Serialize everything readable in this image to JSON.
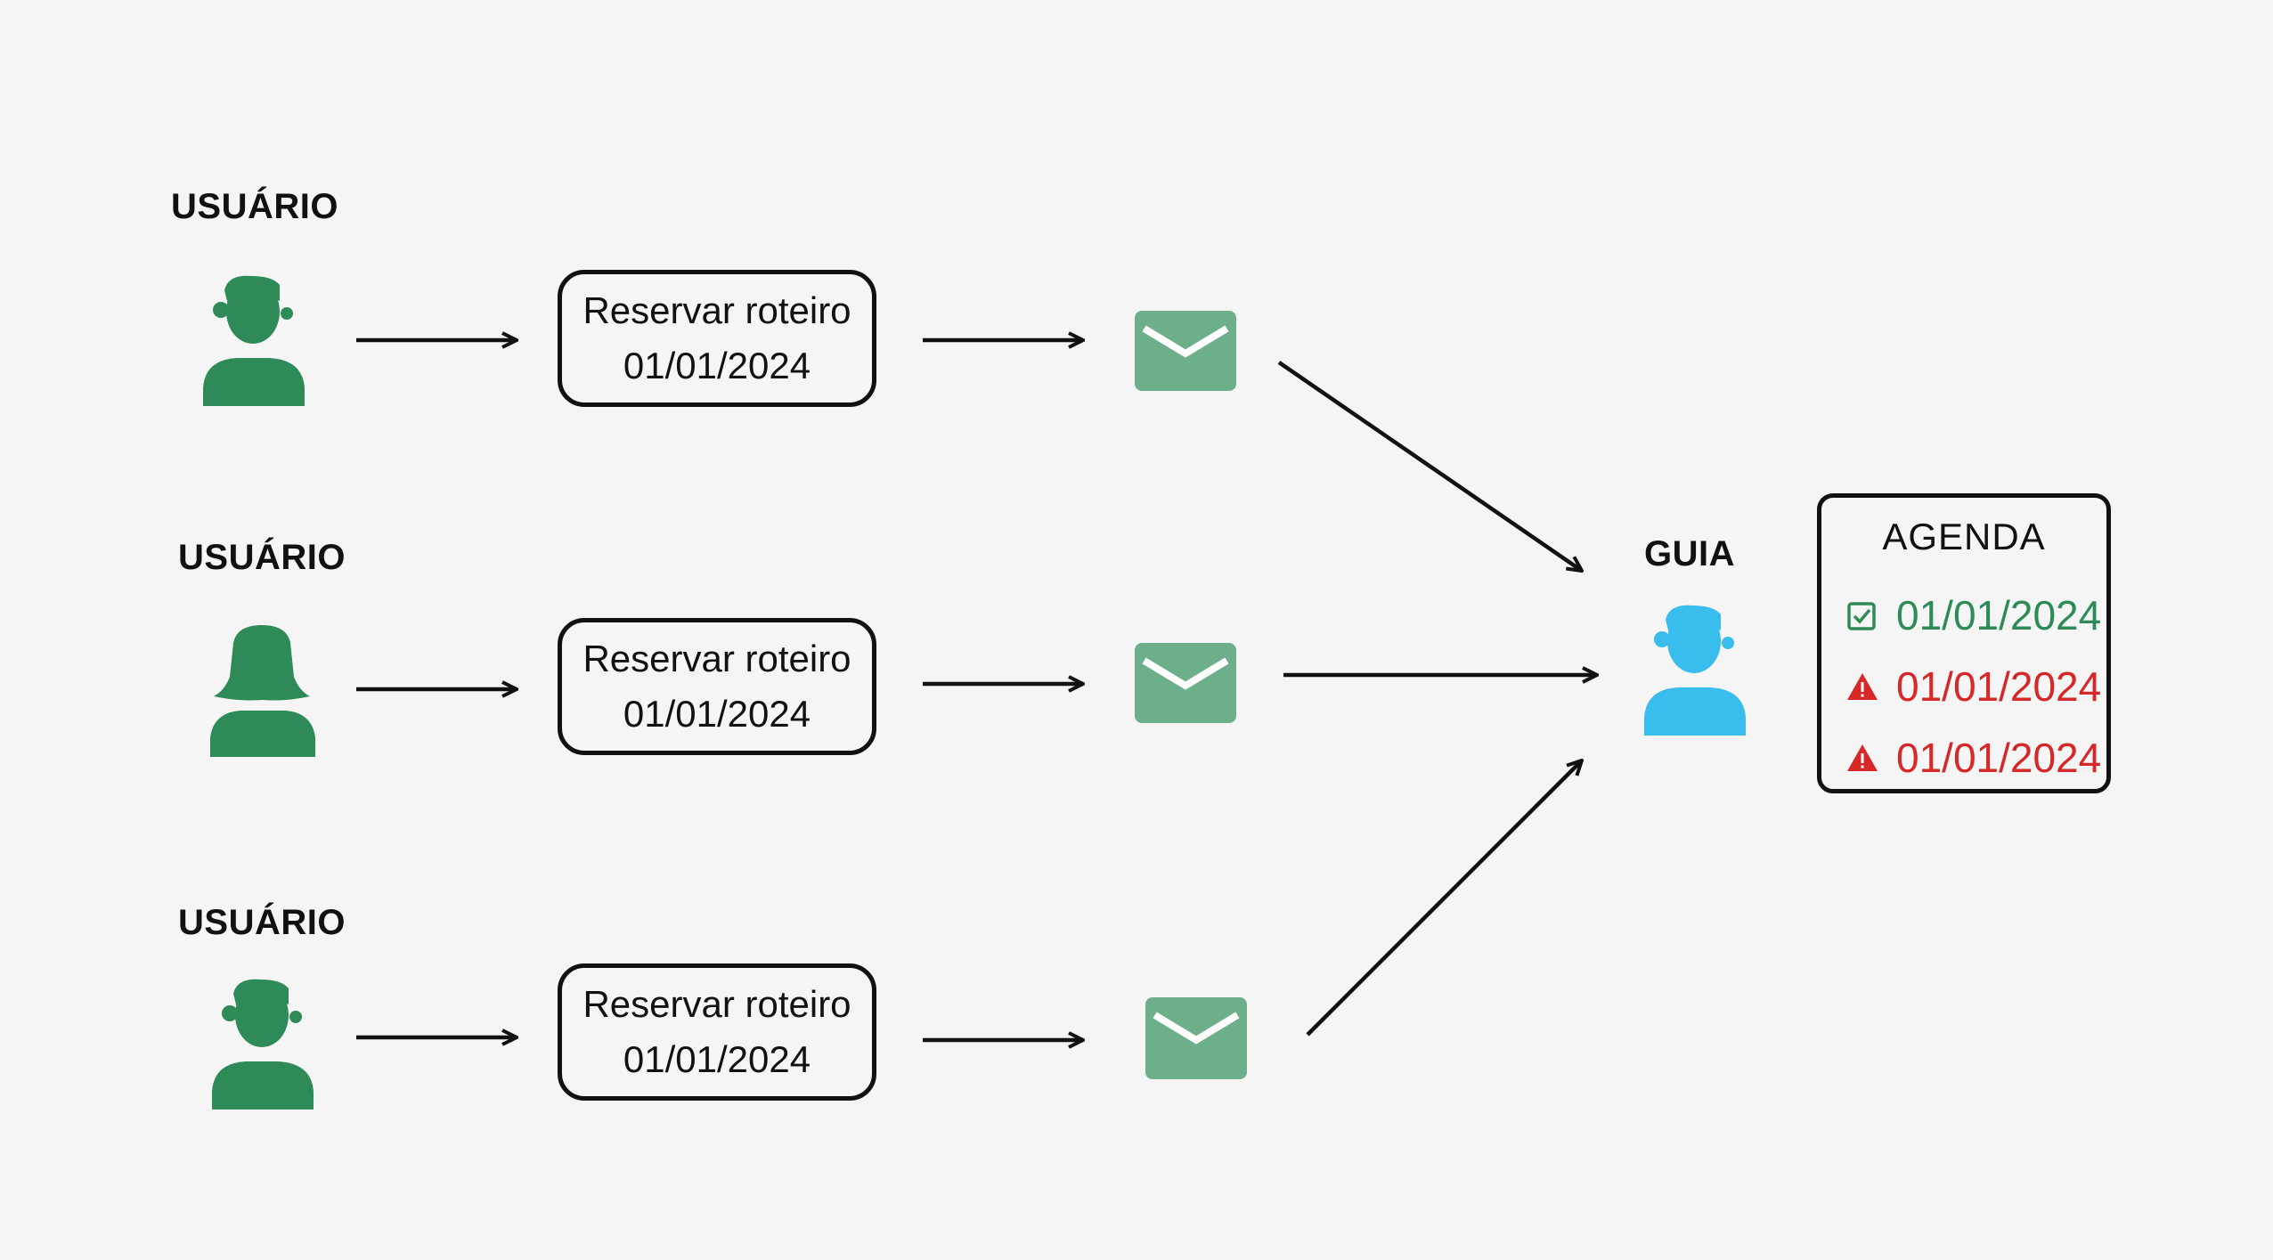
{
  "colors": {
    "user_green": "#2e8b57",
    "mail_green": "#6daf8a",
    "guide_blue": "#38bdec",
    "ok_green": "#2e8b57",
    "alert_red": "#d62828",
    "stroke": "#111111",
    "background": "#f5f5f5"
  },
  "users": [
    {
      "label": "USUÁRIO",
      "icon": "male-user-icon",
      "box": {
        "line1": "Reservar roteiro",
        "line2": "01/01/2024"
      },
      "mail_icon": "envelope-icon"
    },
    {
      "label": "USUÁRIO",
      "icon": "female-user-icon",
      "box": {
        "line1": "Reservar roteiro",
        "line2": "01/01/2024"
      },
      "mail_icon": "envelope-icon"
    },
    {
      "label": "USUÁRIO",
      "icon": "male-user-icon",
      "box": {
        "line1": "Reservar roteiro",
        "line2": "01/01/2024"
      },
      "mail_icon": "envelope-icon"
    }
  ],
  "guide": {
    "label": "GUIA",
    "icon": "guide-user-icon"
  },
  "agenda": {
    "title": "AGENDA",
    "entries": [
      {
        "date": "01/01/2024",
        "status": "confirmed",
        "icon": "checkbox-icon"
      },
      {
        "date": "01/01/2024",
        "status": "conflict",
        "icon": "warning-icon"
      },
      {
        "date": "01/01/2024",
        "status": "conflict",
        "icon": "warning-icon"
      }
    ]
  }
}
